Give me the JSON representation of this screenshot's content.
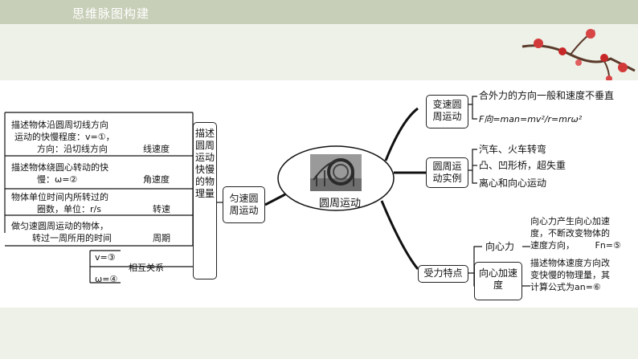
{
  "header": {
    "title": "思维脉图构建"
  },
  "center": {
    "label": "圆周运动",
    "image": "roller-coaster-photo"
  },
  "left": {
    "main_node": "匀速圆周运动",
    "vertical_node": "描述圆周运动快慢的物理量",
    "items": [
      {
        "desc1": "描述物体沿圆周切线方向",
        "desc2": "运动的快慢程度：v=①，",
        "desc3": "方向：沿切线方向",
        "term": "线速度"
      },
      {
        "desc1": "描述物体绕圆心转动的快",
        "desc2": "慢：ω=②",
        "term": "角速度"
      },
      {
        "desc1": "物体单位时间内所转过的",
        "desc2": "圈数，单位：r/s",
        "term": "转速"
      },
      {
        "desc1": "做匀速圆周运动的物体，",
        "desc2": "转过一周所用的时间",
        "term": "周期"
      }
    ],
    "relation": {
      "term": "相互关系",
      "formula1": "v=③",
      "formula2": "ω=④"
    }
  },
  "right": {
    "top": {
      "node": "变速圆周运动",
      "item1": "合外力的方向一般和速度不垂直",
      "item2": "F向=man=mv²/r=mrω²"
    },
    "middle": {
      "node": "圆周运动实例",
      "item1": "汽车、火车转弯",
      "item2": "凸、凹形桥，超失重",
      "item3": "离心和向心运动"
    },
    "bottom": {
      "node": "受力特点",
      "sub1": {
        "label": "向心力",
        "desc1": "向心力产生向心加速",
        "desc2": "度，不断改变物体的",
        "desc3": "速度方向，",
        "formula": "Fn=⑤"
      },
      "sub2": {
        "label": "向心加速度",
        "desc1": "描述物体速度方向改",
        "desc2": "变快慢的物理量，其",
        "desc3": "计算公式为an=⑥"
      }
    }
  }
}
